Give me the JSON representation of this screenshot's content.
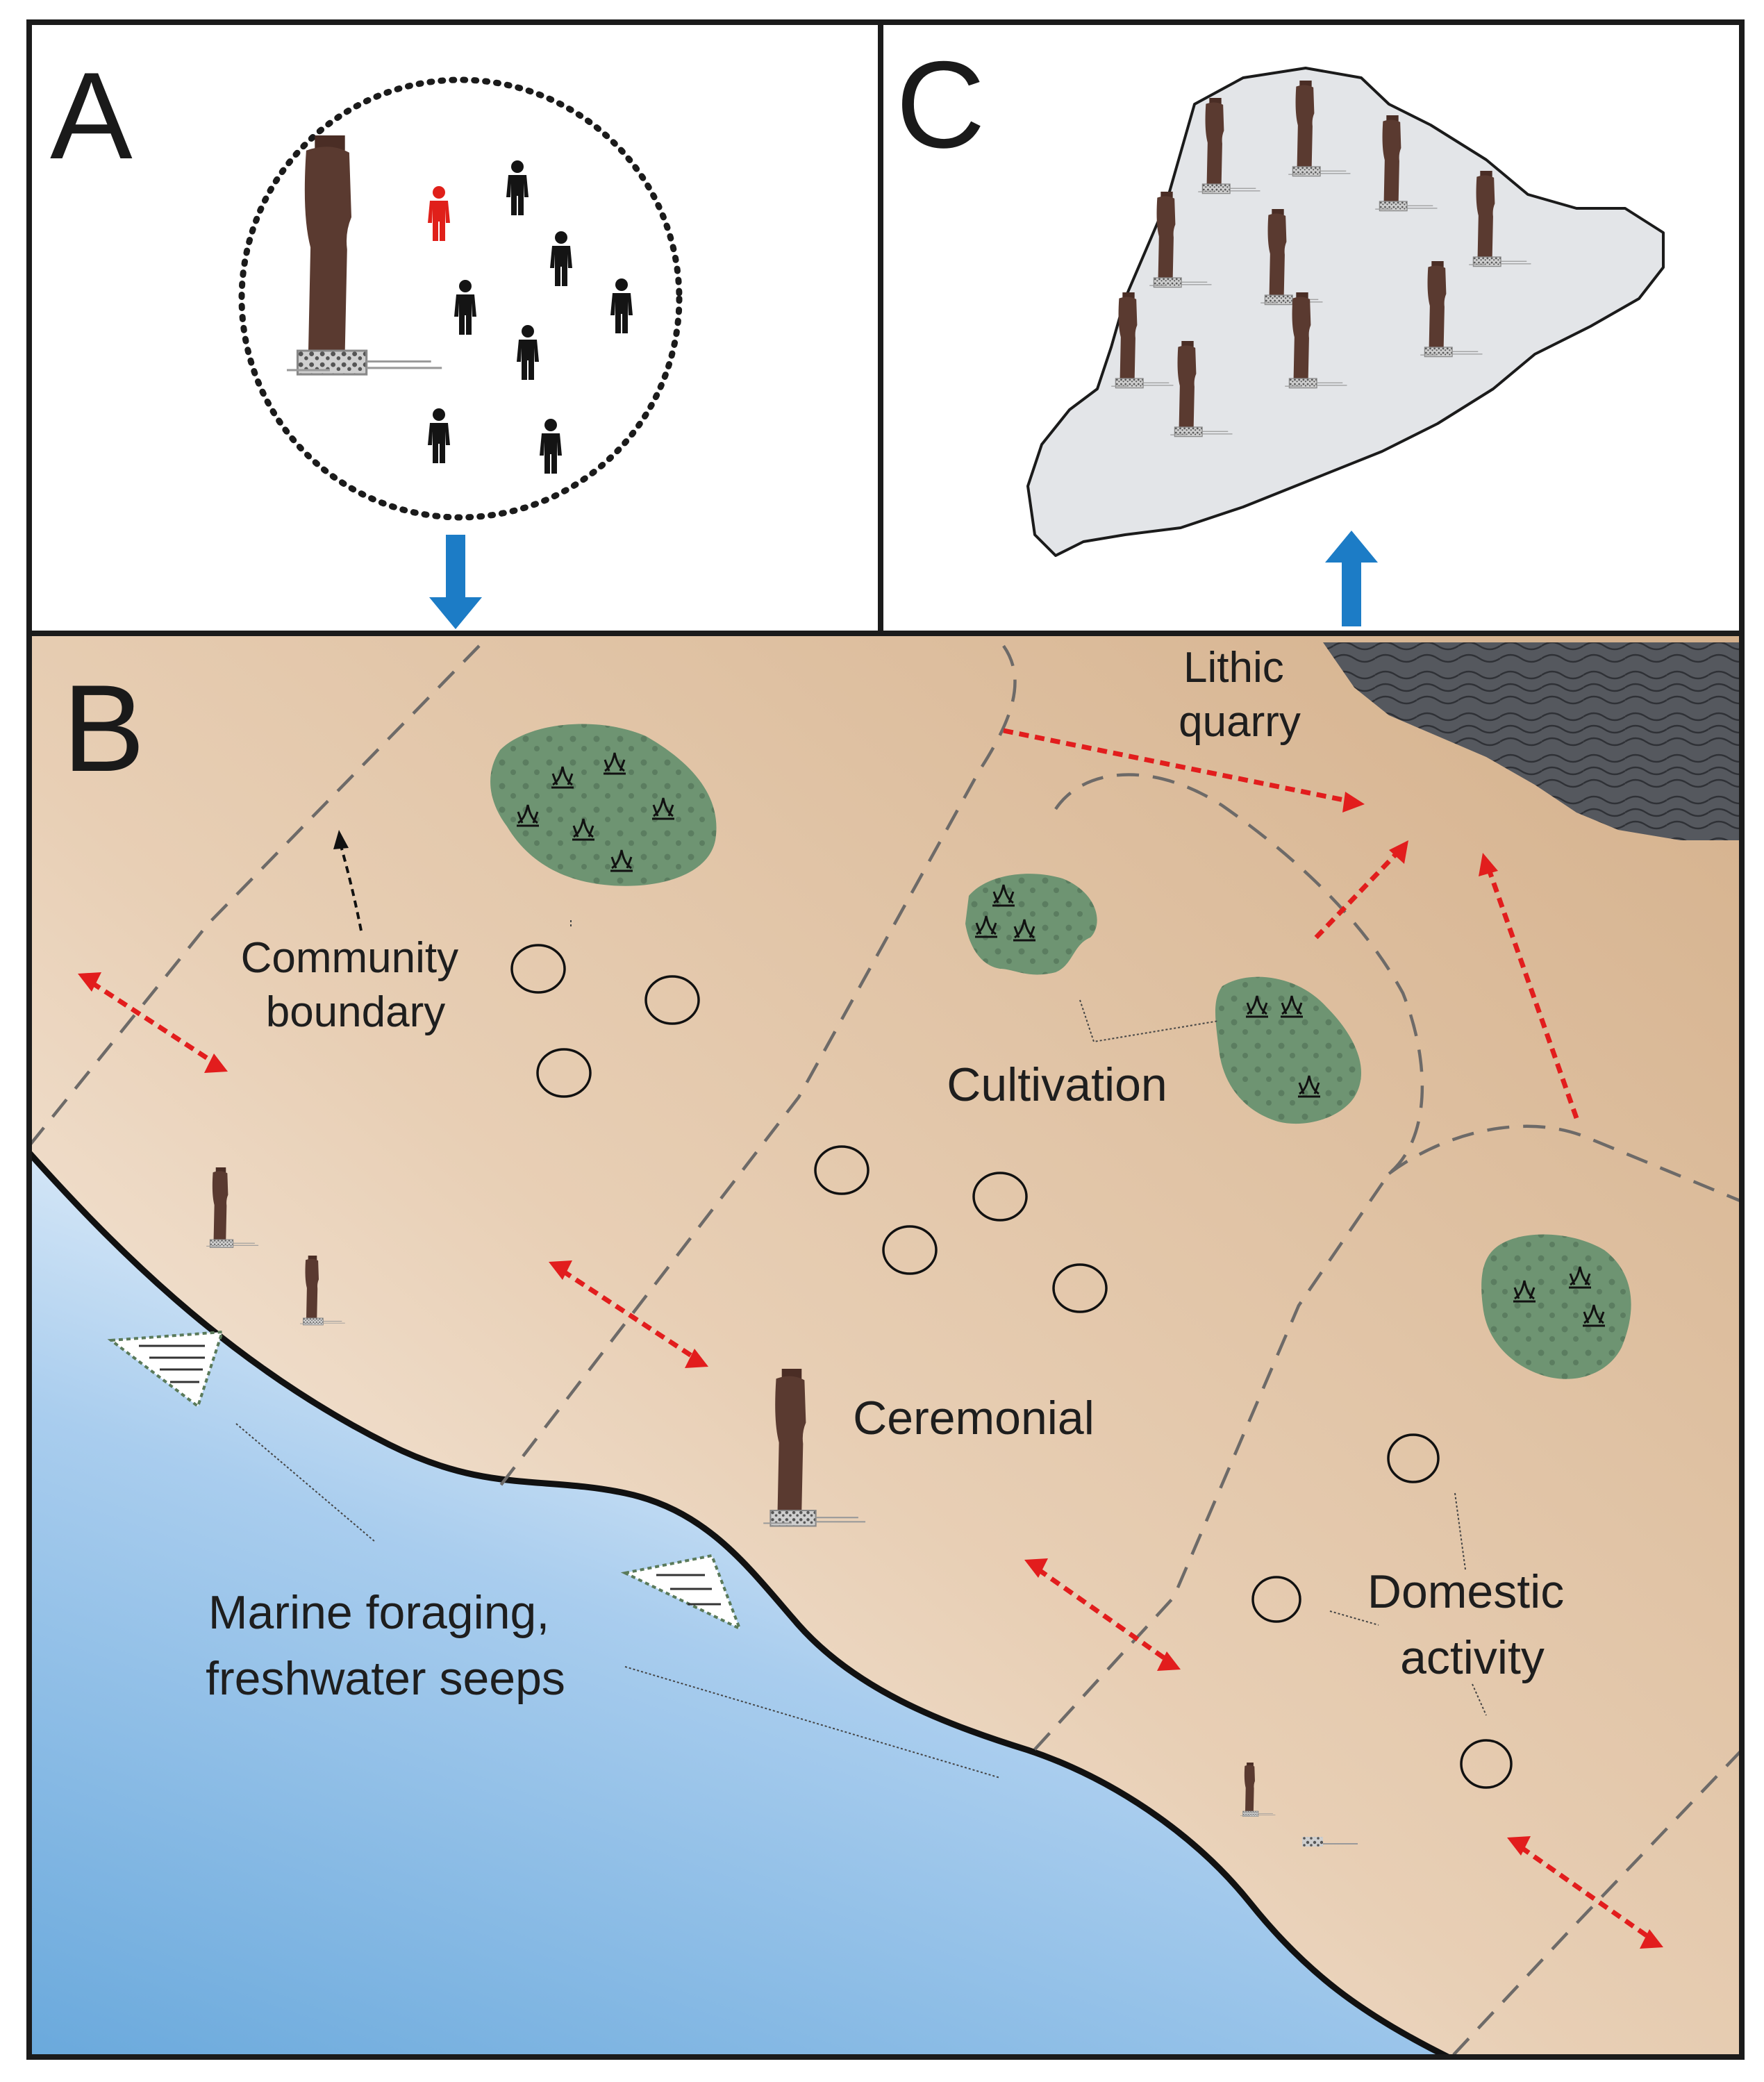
{
  "panels": {
    "a": {
      "letter": "A"
    },
    "b": {
      "letter": "B"
    },
    "c": {
      "letter": "C"
    }
  },
  "labels": {
    "lithic_quarry": [
      "Lithic",
      "quarry"
    ],
    "community_boundary": [
      "Community",
      "boundary"
    ],
    "cultivation": [
      "Cultivation"
    ],
    "ceremonial": [
      "Ceremonial"
    ],
    "domestic_activity": [
      "Domestic",
      "activity"
    ],
    "marine_foraging": [
      "Marine foraging,",
      "freshwater seeps"
    ]
  },
  "colors": {
    "frame": "#1b1b1b",
    "terrain_dark": "#d8b795",
    "terrain_light": "#fbf3ea",
    "sea_dark": "#78b3e0",
    "sea_light": "#ffffff",
    "garden": "#6e9472",
    "quarry": "#55585e",
    "island": "#e3e5e8",
    "arrow_blue": "#1c7cc6",
    "exchange_arrow": "#e21d1d",
    "statue": "#5a3a30",
    "person": "#141414",
    "person_highlight": "#e0201a"
  },
  "icons": {
    "statue": "moai-statue-icon",
    "person": "person-icon",
    "garden": "planting-garden-icon",
    "house": "house-foundation-icon",
    "seep": "freshwater-seep-icon",
    "flow_arrow": "blue-flow-arrow-icon",
    "exchange_arrow": "red-double-arrow-icon"
  }
}
